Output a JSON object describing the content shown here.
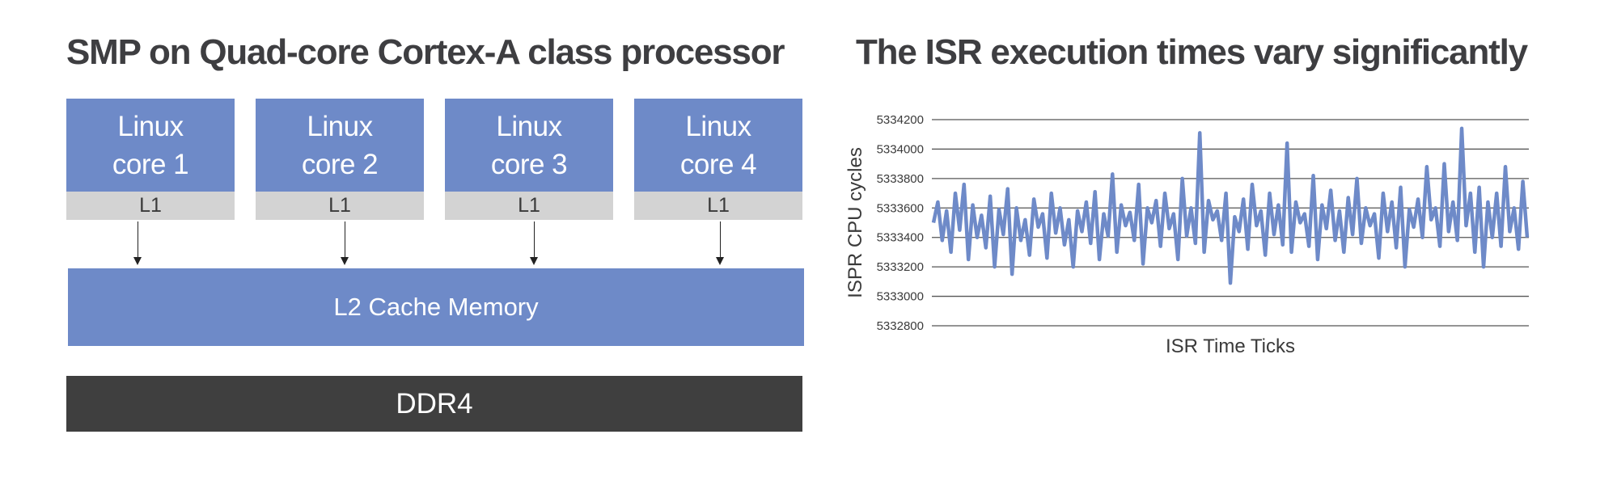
{
  "diagram": {
    "title": "SMP on Quad-core Cortex-A class processor",
    "cores": [
      {
        "line1": "Linux",
        "line2": "core 1",
        "cache": "L1"
      },
      {
        "line1": "Linux",
        "line2": "core 2",
        "cache": "L1"
      },
      {
        "line1": "Linux",
        "line2": "core 3",
        "cache": "L1"
      },
      {
        "line1": "Linux",
        "line2": "core 4",
        "cache": "L1"
      }
    ],
    "l2_label": "L2 Cache Memory",
    "ddr_label": "DDR4",
    "colors": {
      "core": "#6e8ac8",
      "l1": "#d3d3d3",
      "ddr": "#3f3f3f"
    }
  },
  "chart_data": {
    "type": "line",
    "title": "The ISR execution times vary significantly",
    "xlabel": "ISR Time Ticks",
    "ylabel": "ISPR CPU cycles",
    "ylim": [
      5332800,
      5334200
    ],
    "yticks": [
      "5334200",
      "5334000",
      "5333800",
      "5333600",
      "5333400",
      "5333200",
      "5333000",
      "5332800"
    ],
    "grid": true,
    "color": "#6e8ac8",
    "series": [
      {
        "values": [
          5333500,
          5333640,
          5333380,
          5333580,
          5333300,
          5333700,
          5333450,
          5333760,
          5333250,
          5333620,
          5333400,
          5333550,
          5333330,
          5333680,
          5333200,
          5333590,
          5333420,
          5333730,
          5333150,
          5333600,
          5333380,
          5333520,
          5333280,
          5333660,
          5333470,
          5333560,
          5333260,
          5333700,
          5333430,
          5333600,
          5333350,
          5333520,
          5333200,
          5333580,
          5333440,
          5333640,
          5333360,
          5333710,
          5333250,
          5333560,
          5333410,
          5333830,
          5333300,
          5333620,
          5333480,
          5333570,
          5333380,
          5333760,
          5333220,
          5333600,
          5333500,
          5333650,
          5333340,
          5333700,
          5333460,
          5333560,
          5333250,
          5333800,
          5333410,
          5333600,
          5333360,
          5334110,
          5333300,
          5333650,
          5333520,
          5333580,
          5333380,
          5333700,
          5333090,
          5333540,
          5333440,
          5333660,
          5333320,
          5333760,
          5333480,
          5333580,
          5333280,
          5333700,
          5333420,
          5333620,
          5333350,
          5334040,
          5333300,
          5333640,
          5333500,
          5333560,
          5333340,
          5333820,
          5333250,
          5333620,
          5333460,
          5333720,
          5333380,
          5333580,
          5333300,
          5333670,
          5333420,
          5333800,
          5333360,
          5333600,
          5333480,
          5333560,
          5333260,
          5333700,
          5333440,
          5333640,
          5333330,
          5333740,
          5333200,
          5333590,
          5333470,
          5333660,
          5333400,
          5333880,
          5333520,
          5333600,
          5333340,
          5333900,
          5333440,
          5333640,
          5333380,
          5334140,
          5333480,
          5333700,
          5333300,
          5333740,
          5333200,
          5333640,
          5333400,
          5333700,
          5333340,
          5333880,
          5333440,
          5333600,
          5333320,
          5333780,
          5333400
        ]
      }
    ]
  }
}
